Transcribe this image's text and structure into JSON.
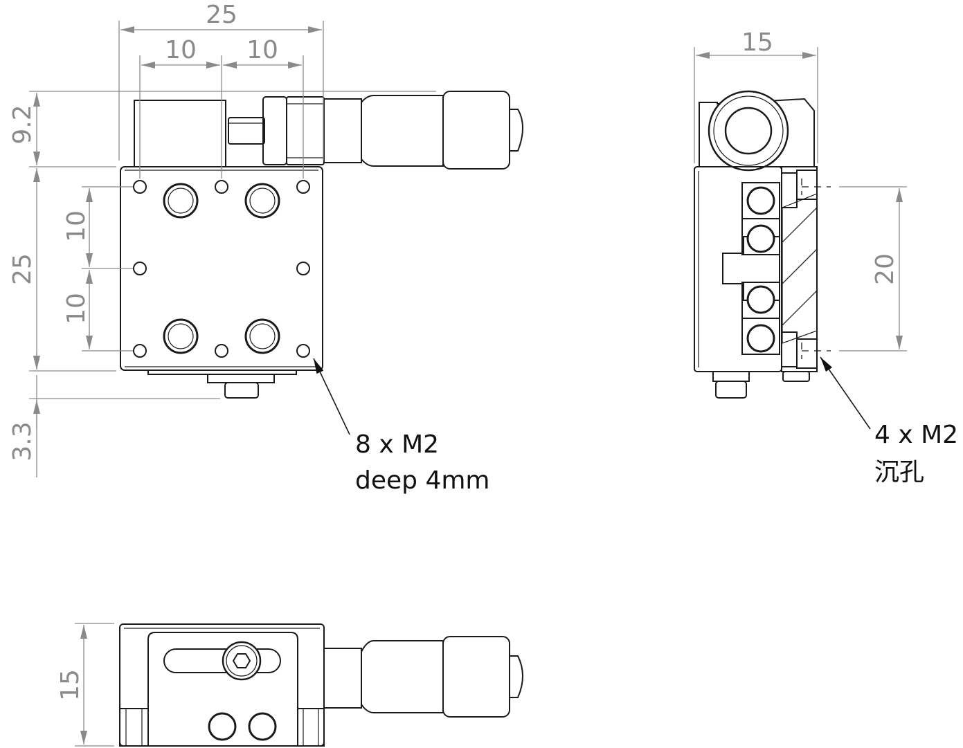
{
  "dimensions": {
    "top_view": {
      "width": "25",
      "hole_pitch_left": "10",
      "hole_pitch_right": "10",
      "micrometer_offset": "9.2",
      "height": "25",
      "hole_pitch_upper": "10",
      "hole_pitch_lower": "10",
      "bottom_offset": "3.3"
    },
    "side_view": {
      "width": "15",
      "hole_pitch": "20"
    },
    "front_view": {
      "height": "15"
    }
  },
  "callouts": {
    "top_view": {
      "line1": "8 x M2",
      "line2": "deep 4mm"
    },
    "side_view": {
      "line1": "4 x M2",
      "line2": "沉孔"
    }
  }
}
